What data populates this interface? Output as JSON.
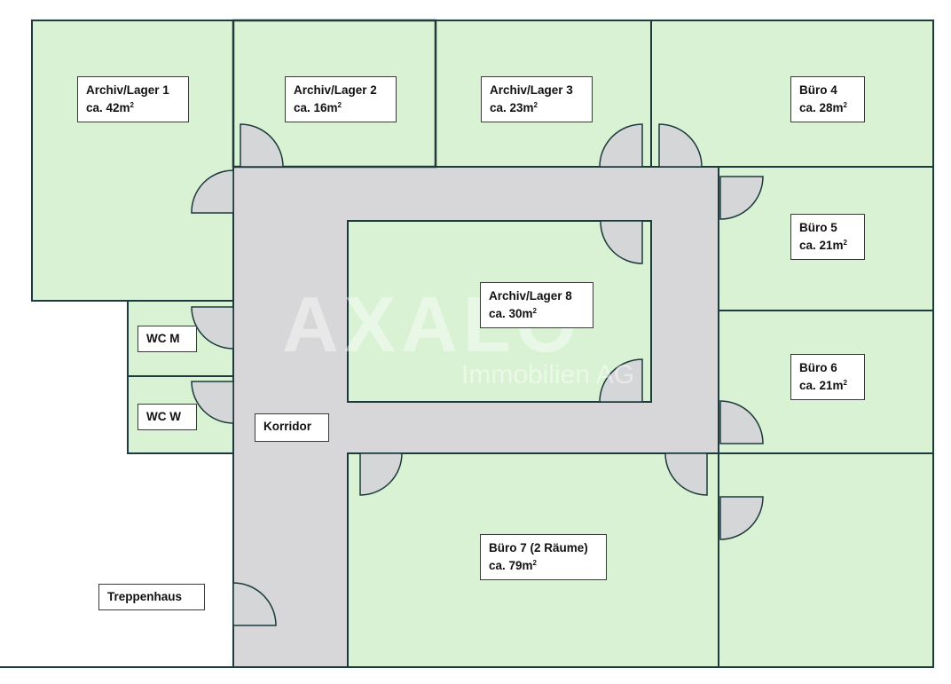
{
  "rooms": {
    "archiv_lager_1": {
      "name": "Archiv/Lager 1",
      "area": "ca. 42m",
      "unit_sup": "2"
    },
    "archiv_lager_2": {
      "name": "Archiv/Lager 2",
      "area": "ca. 16m",
      "unit_sup": "2"
    },
    "archiv_lager_3": {
      "name": "Archiv/Lager 3",
      "area": "ca. 23m",
      "unit_sup": "2"
    },
    "buero_4": {
      "name": "Büro 4",
      "area": "ca. 28m",
      "unit_sup": "2"
    },
    "buero_5": {
      "name": "Büro 5",
      "area": "ca. 21m",
      "unit_sup": "2"
    },
    "archiv_lager_8": {
      "name": "Archiv/Lager 8",
      "area": "ca. 30m",
      "unit_sup": "2"
    },
    "buero_6": {
      "name": "Büro 6",
      "area": "ca. 21m",
      "unit_sup": "2"
    },
    "buero_7": {
      "name": "Büro 7 (2 Räume)",
      "area": "ca. 79m",
      "unit_sup": "2"
    },
    "wc_m": {
      "name": "WC M"
    },
    "wc_w": {
      "name": "WC W"
    },
    "korridor": {
      "name": "Korridor"
    },
    "treppenhaus": {
      "name": "Treppenhaus"
    }
  },
  "watermark": {
    "brand": "AXALO",
    "tagline": "Immobilien AG"
  },
  "colors": {
    "room_fill": "#daf2d4",
    "corridor_fill": "#d7d7d9",
    "wall": "#1d3b3c",
    "door_fill": "#d5d6d8"
  }
}
